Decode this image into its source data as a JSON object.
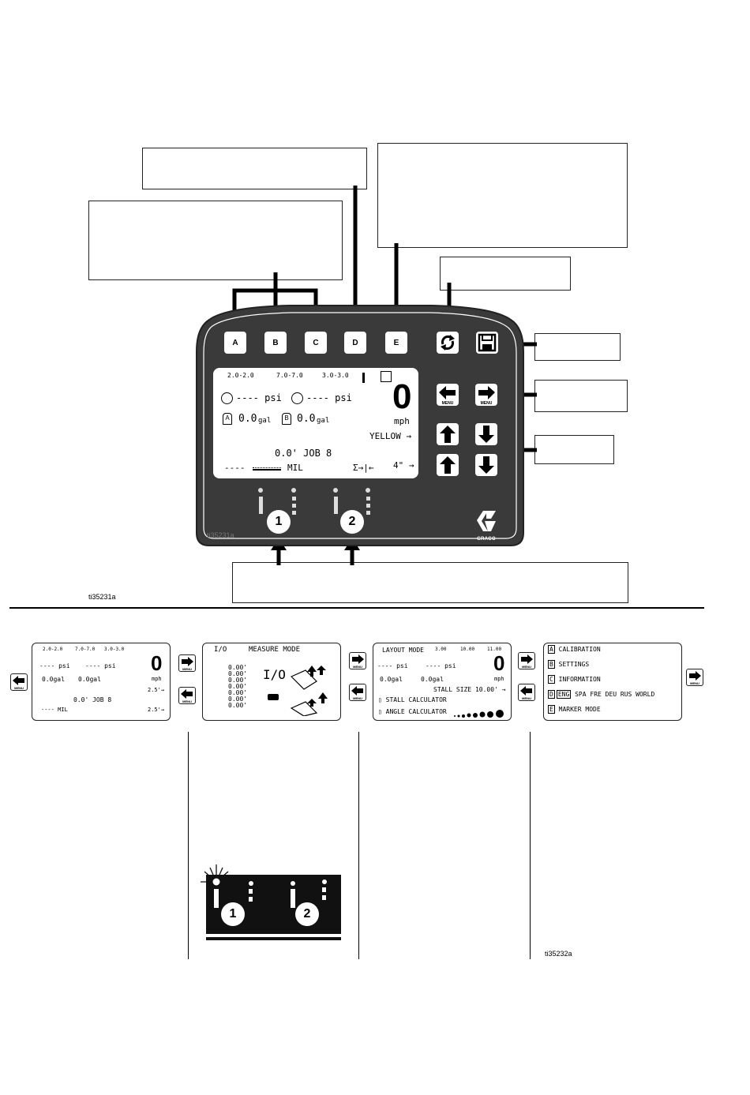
{
  "panel": {
    "keys": [
      "A",
      "B",
      "C",
      "D",
      "E"
    ],
    "lcd": {
      "ratios": [
        "2.0-2.0",
        "7.0-7.0",
        "3.0-3.0"
      ],
      "psi_a": "---- psi",
      "psi_b": "---- psi",
      "gal_a": "0.0",
      "gal_b": "0.0",
      "gal_unit": "gal",
      "speed": "0",
      "speed_unit": "mph",
      "color": "YELLOW →",
      "job": "0.0' JOB 8",
      "mil_dashes": "----",
      "mil": "MIL",
      "sum": "Σ→|←",
      "width": "4\" →"
    },
    "gun1": "1",
    "gun2": "2",
    "brand": "GRACO",
    "image_id": "ti35231a"
  },
  "figure1_id": "ti35231a",
  "menu_label": "MENU",
  "screens": {
    "s1": {
      "ratios": [
        "2.0-2.0",
        "7.0-7.0",
        "3.0-3.0"
      ],
      "psi_a": "---- psi",
      "psi_b": "---- psi",
      "gal_a": "0.0gal",
      "gal_b": "0.0gal",
      "speed": "0",
      "speed_unit": "mph",
      "job": "0.0' JOB 8",
      "val1": "2.5'→",
      "val2": "2.5'→",
      "mil": "---- MIL"
    },
    "s2": {
      "io": "I/O",
      "title": "MEASURE MODE",
      "values": [
        "0.00'",
        "0.00'",
        "0.00'",
        "0.00'",
        "0.00'",
        "0.00'",
        "0.00'"
      ],
      "big_io": "I/O"
    },
    "s3": {
      "title": "LAYOUT MODE",
      "ratios": [
        "3.00",
        "10.00",
        "11.00"
      ],
      "psi_a": "---- psi",
      "psi_b": "---- psi",
      "gal_a": "0.0gal",
      "gal_b": "0.0gal",
      "speed": "0",
      "speed_unit": "mph",
      "stall": "STALL SIZE   10.00' →",
      "stall_calc": "STALL CALCULATOR",
      "angle_calc": "ANGLE CALCULATOR"
    },
    "s4": {
      "items": [
        {
          "key": "A",
          "label": "CALIBRATION"
        },
        {
          "key": "B",
          "label": "SETTINGS"
        },
        {
          "key": "C",
          "label": "INFORMATION"
        },
        {
          "key": "D",
          "label": "SPA  FRE  DEU  RUS  WORLD",
          "sel": "ENG"
        },
        {
          "key": "E",
          "label": "MARKER MODE"
        }
      ]
    }
  },
  "lower": {
    "gun1": "1",
    "gun2": "2"
  },
  "figure2_id": "ti35232a"
}
